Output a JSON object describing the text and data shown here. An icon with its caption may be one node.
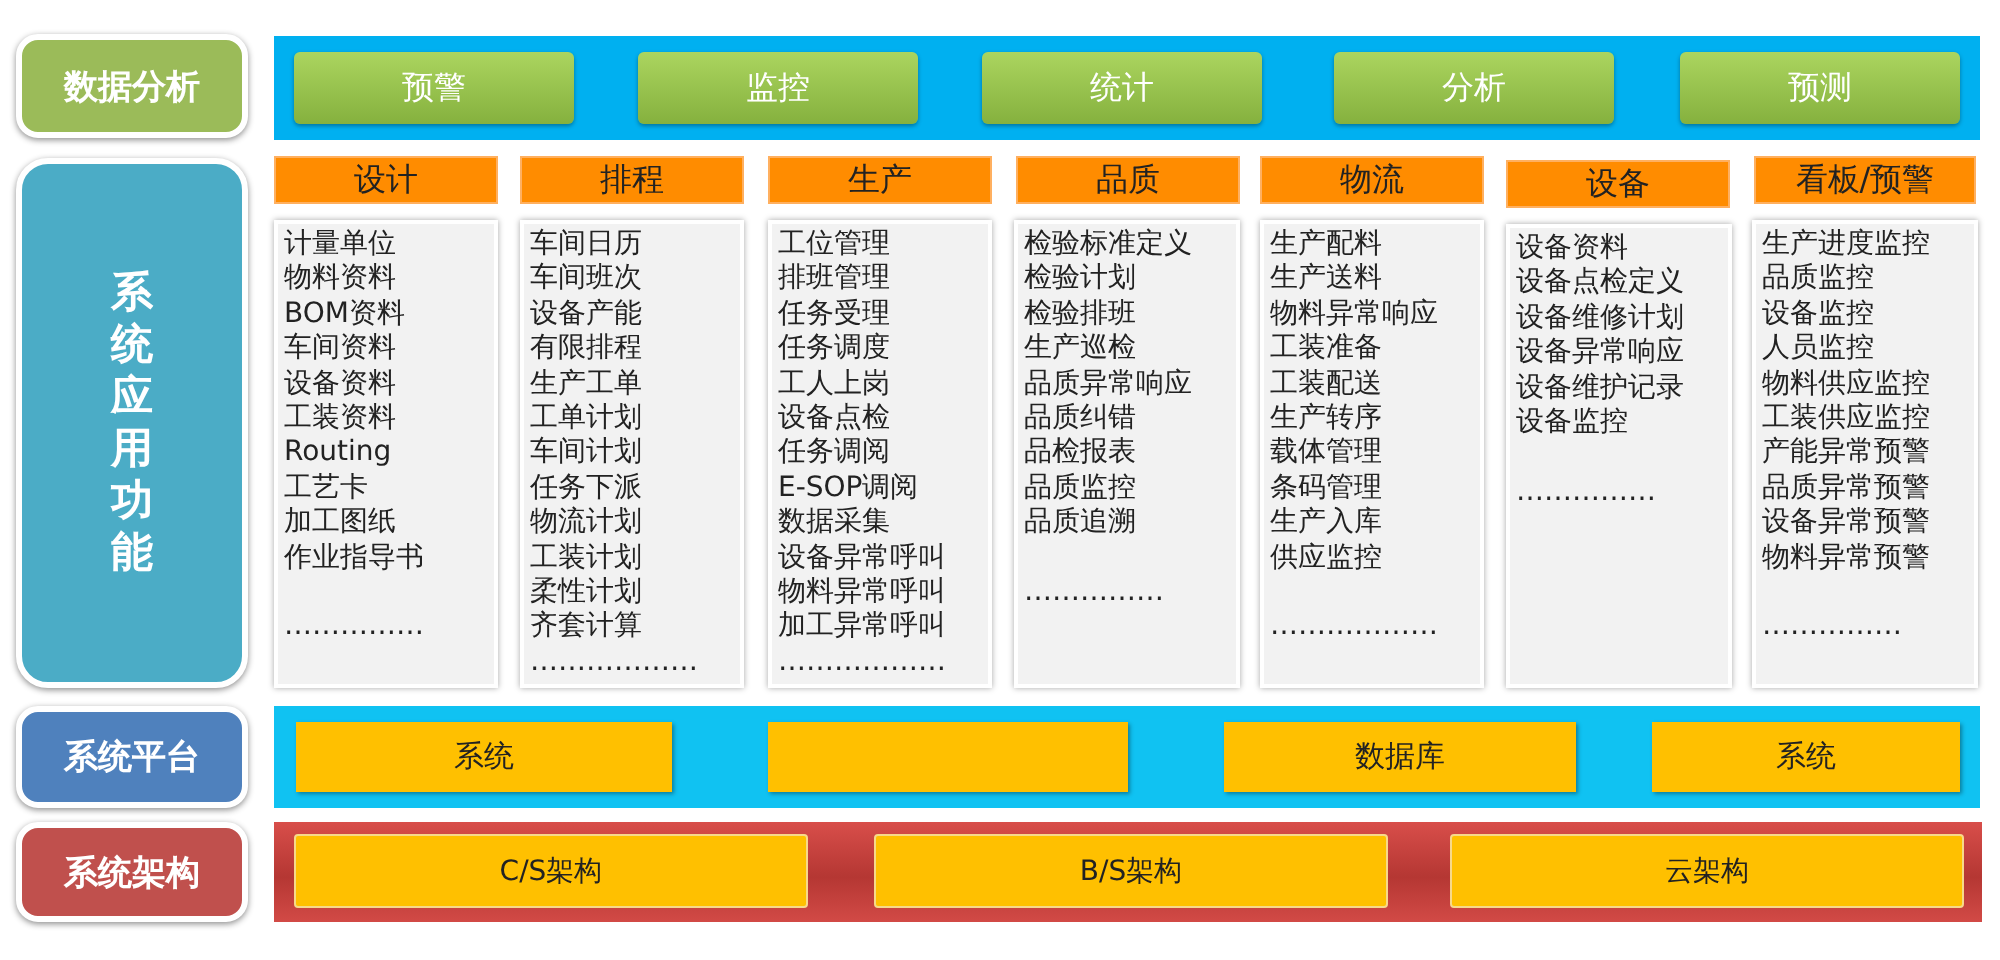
{
  "diagram": {
    "nodes": [
      {
        "text": [
          "数据分析"
        ]
      },
      {
        "text": [],
        "shape": "box"
      },
      {
        "text": [
          "预警"
        ],
        "in": 1
      },
      {
        "text": [
          "监控"
        ],
        "in": 1
      },
      {
        "text": [
          "统计"
        ],
        "in": 1
      },
      {
        "text": [
          "分析"
        ],
        "in": 1
      },
      {
        "text": [
          "预测"
        ],
        "in": 1
      },
      {
        "text": [
          "系统应用功能"
        ]
      },
      {
        "text": [
          "设计"
        ]
      },
      {
        "text": [
          "排程"
        ]
      },
      {
        "text": [
          "生产"
        ]
      },
      {
        "text": [
          "品质"
        ]
      },
      {
        "text": [
          "物流"
        ]
      },
      {
        "text": [
          "设备"
        ]
      },
      {
        "text": [
          "看板/预警"
        ]
      },
      {
        "text": [
          "计量单位",
          "物料资料",
          "BOM资料",
          "车间资料",
          "设备资料",
          "工装资料",
          "Routing",
          "工艺卡",
          "加工图纸",
          "作业指导书",
          "……………"
        ]
      },
      {
        "text": [
          "车间日历",
          "车间班次",
          "设备产能",
          "有限排程",
          "生产工单",
          "工单计划",
          "车间计划",
          "任务下派",
          "物流计划",
          "工装计划",
          "柔性计划",
          "齐套计算",
          "………………"
        ]
      },
      {
        "text": [
          "工位管理",
          "排班管理",
          "任务受理",
          "任务调度",
          "工人上岗",
          "设备点检",
          "任务调阅",
          "E-SOP调阅",
          "数据采集",
          "设备异常呼叫",
          "物料异常呼叫",
          "加工异常呼叫",
          "………………"
        ]
      },
      {
        "text": [
          "检验标准定义",
          "检验计划",
          "检验排班",
          "生产巡检",
          "品质异常响应",
          "品质纠错",
          "品检报表",
          "品质监控",
          "品质追溯",
          "……………"
        ]
      },
      {
        "text": [
          "生产配料",
          "生产送料",
          "物料异常响应",
          "工装准备",
          "工装配送",
          "生产转序",
          "载体管理",
          "条码管理",
          "生产入库",
          "供应监控",
          "………………"
        ]
      },
      {
        "text": [
          "设备资料",
          "设备点检定义",
          "设备维修计划",
          "设备异常响应",
          "设备维护记录",
          "设备监控",
          "……………"
        ]
      },
      {
        "text": [
          "生产进度监控",
          "品质监控",
          "设备监控",
          "人员监控",
          "物料供应监控",
          "工装供应监控",
          "产能异常预警",
          "品质异常预警",
          "设备异常预警",
          "物料异常预警",
          "……………"
        ]
      },
      {
        "text": [
          "系统平台"
        ]
      },
      {
        "text": [],
        "shape": "box"
      },
      {
        "text": [
          "系统"
        ],
        "in": 23
      },
      {
        "text": [],
        "shape": "box",
        "in": 23
      },
      {
        "text": [
          "数据库"
        ],
        "in": 23
      },
      {
        "text": [
          "系统"
        ],
        "in": 23
      },
      {
        "text": [
          "系统架构"
        ]
      },
      {
        "text": [],
        "shape": "box"
      },
      {
        "text": [
          "C/S架构"
        ],
        "in": 29
      },
      {
        "text": [
          "B/S架构"
        ],
        "in": 29
      },
      {
        "text": [
          "云架构"
        ],
        "in": 29
      }
    ]
  }
}
